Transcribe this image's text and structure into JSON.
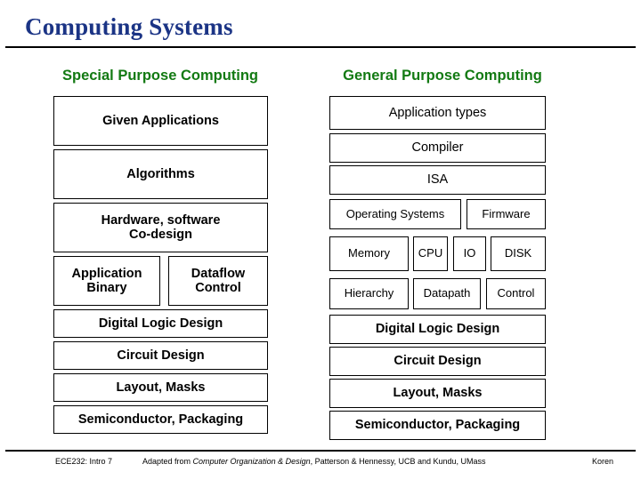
{
  "slide": {
    "title": "Computing Systems"
  },
  "columns": {
    "left": {
      "heading": "Special Purpose Computing",
      "boxes": [
        {
          "label": "Given Applications"
        },
        {
          "label": "Algorithms"
        },
        {
          "label": "Hardware, software\nCo-design"
        },
        {
          "label": "Application\nBinary"
        },
        {
          "label": "Dataflow\nControl"
        },
        {
          "label": "Digital Logic Design"
        },
        {
          "label": "Circuit Design"
        },
        {
          "label": "Layout, Masks"
        },
        {
          "label": "Semiconductor, Packaging"
        }
      ]
    },
    "right": {
      "heading": "General Purpose Computing",
      "boxes": [
        {
          "label": "Application types"
        },
        {
          "label": "Compiler"
        },
        {
          "label": "ISA"
        },
        {
          "label": "Operating Systems"
        },
        {
          "label": "Firmware"
        },
        {
          "label": "Memory"
        },
        {
          "label": "CPU"
        },
        {
          "label": "IO"
        },
        {
          "label": "DISK"
        },
        {
          "label": "Hierarchy"
        },
        {
          "label": "Datapath"
        },
        {
          "label": "Control"
        },
        {
          "label": "Digital Logic Design"
        },
        {
          "label": "Circuit Design"
        },
        {
          "label": "Layout, Masks"
        },
        {
          "label": "Semiconductor, Packaging"
        }
      ]
    }
  },
  "footer": {
    "left": "ECE232: Intro 7",
    "credit_prefix": "Adapted from ",
    "credit_title": "Computer Organization & Design",
    "credit_suffix": ", Patterson & Hennessy, UCB and Kundu, UMass",
    "right": "Koren"
  },
  "colors": {
    "title": "#1b3485",
    "heading": "#137a13",
    "box_border": "#000000",
    "background": "#ffffff"
  }
}
